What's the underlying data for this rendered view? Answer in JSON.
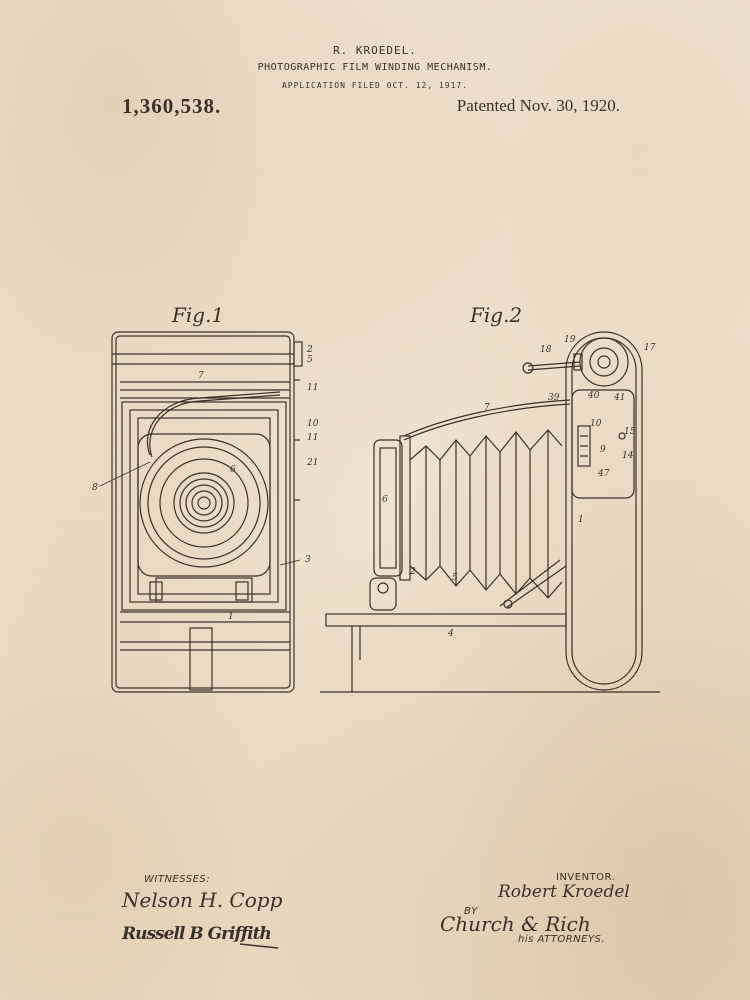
{
  "header": {
    "inventor_name": "R. KROEDEL.",
    "title": "PHOTOGRAPHIC FILM WINDING MECHANISM.",
    "filed": "APPLICATION FILED OCT. 12, 1917."
  },
  "patent_number": "1,360,538.",
  "patent_date": "Patented Nov. 30, 1920.",
  "figures": {
    "fig1_label": "Fig.1",
    "fig2_label": "Fig.2"
  },
  "reference_numerals": {
    "fig1": [
      "7",
      "6",
      "8",
      "3",
      "1",
      "5",
      "11",
      "10",
      "11",
      "21",
      "2"
    ],
    "fig2": [
      "18",
      "19",
      "17",
      "39",
      "7",
      "40",
      "41",
      "10",
      "15",
      "9",
      "14",
      "47",
      "1",
      "6",
      "2",
      "5",
      "4"
    ]
  },
  "signatures": {
    "witnesses_caption": "WITNESSES:",
    "witness_1": "Nelson H. Copp",
    "witness_2": "Russell B Griffith",
    "inventor_caption": "INVENTOR.",
    "inventor": "Robert Kroedel",
    "by": "BY",
    "attorney": "Church & Rich",
    "attorneys_caption": "his ATTORNEYS."
  },
  "colors": {
    "paper": "#f1e6d2",
    "ink": "#3a3128"
  }
}
